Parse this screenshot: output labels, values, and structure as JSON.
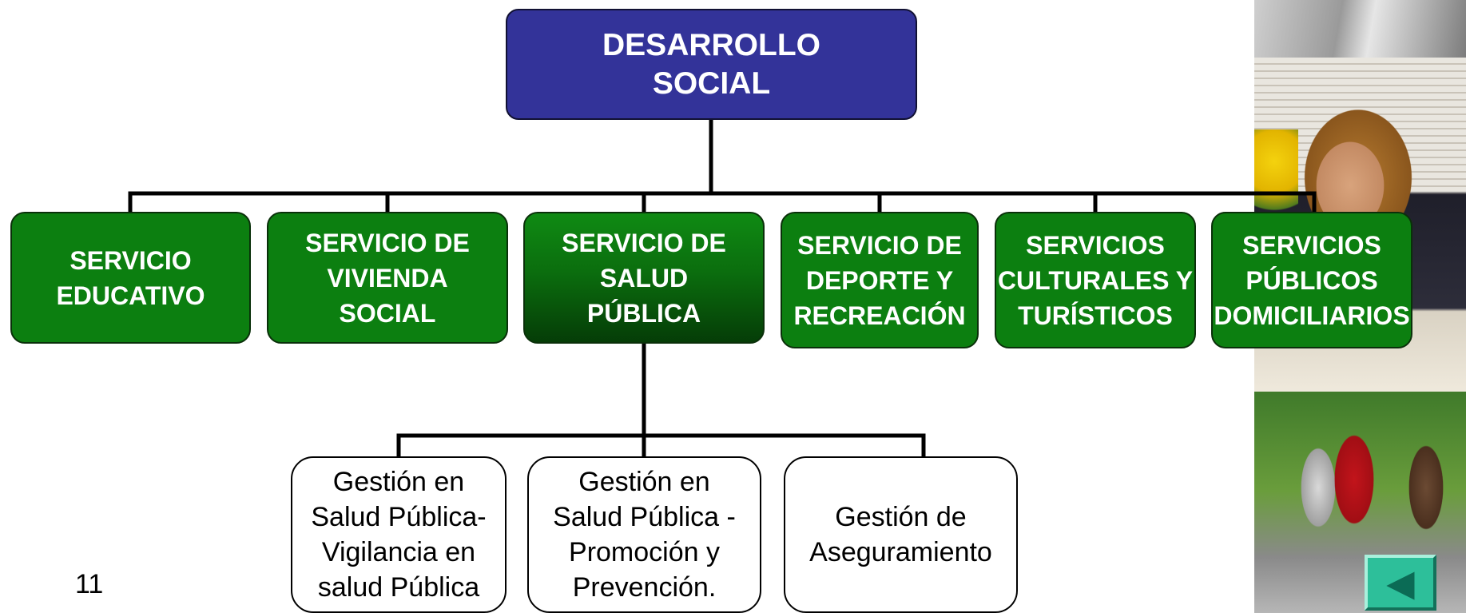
{
  "root": {
    "label": "DESARROLLO\nSOCIAL",
    "color": "#333399"
  },
  "services": [
    {
      "label": "SERVICIO\nEDUCATIVO"
    },
    {
      "label": "SERVICIO DE\nVIVIENDA\nSOCIAL"
    },
    {
      "label": "SERVICIO DE\nSALUD\nPÚBLICA",
      "selected": true
    },
    {
      "label": "SERVICIO DE\nDEPORTE Y\nRECREACIÓN"
    },
    {
      "label": "SERVICIOS\nCULTURALES Y\nTURÍSTICOS"
    },
    {
      "label": "SERVICIOS\nPÚBLICOS\nDOMICILIARIOS"
    }
  ],
  "salud_children": [
    {
      "label": "Gestión en\nSalud Pública-\nVigilancia en\nsalud Pública"
    },
    {
      "label": "Gestión en\nSalud Pública -\nPromoción y\nPrevención."
    },
    {
      "label": "Gestión de\nAseguramiento"
    }
  ],
  "page_number": "11",
  "colors": {
    "service_green": "#0c7f10",
    "nav_button": "#2dbf9a"
  },
  "icons": {
    "nav_button": "back-arrow-icon"
  }
}
